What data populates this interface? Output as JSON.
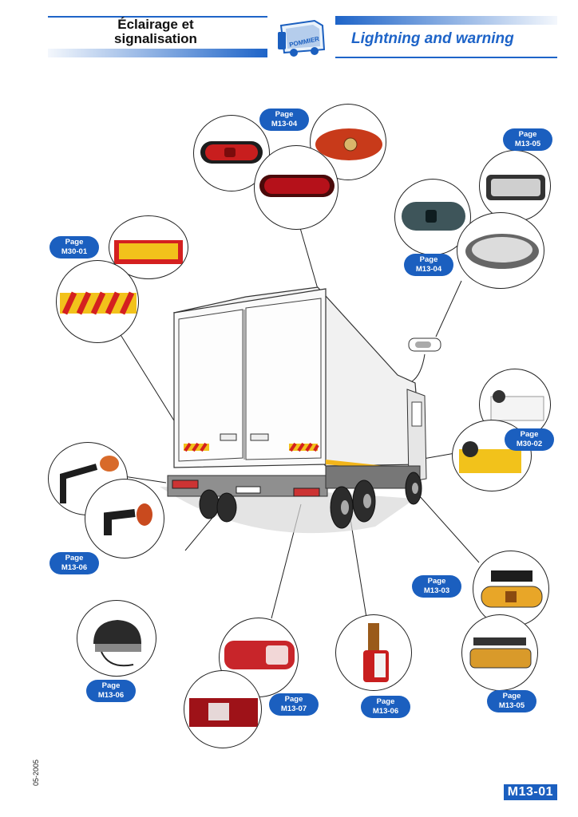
{
  "header": {
    "title_fr_line1": "Éclairage et",
    "title_fr_line2": "signalisation",
    "title_en": "Lightning and warning",
    "logo_text": "POMMIER"
  },
  "badges": [
    {
      "line1": "Page",
      "line2": "M13-04"
    },
    {
      "line1": "Page",
      "line2": "M13-05"
    },
    {
      "line1": "Page",
      "line2": "M30-01"
    },
    {
      "line1": "Page",
      "line2": "M13-04"
    },
    {
      "line1": "Page",
      "line2": "M30-02"
    },
    {
      "line1": "Page",
      "line2": "M13-06"
    },
    {
      "line1": "Page",
      "line2": "M13-03"
    },
    {
      "line1": "Page",
      "line2": "M13-06"
    },
    {
      "line1": "Page",
      "line2": "M13-07"
    },
    {
      "line1": "Page",
      "line2": "M13-06"
    },
    {
      "line1": "Page",
      "line2": "M13-05"
    }
  ],
  "footer": {
    "page_number": "M13-01",
    "date": "05-2005"
  },
  "colors": {
    "brand_blue": "#1b5fbf",
    "title_blue": "#1e64c8",
    "warning_red": "#d42020",
    "warning_yellow": "#f2c21b",
    "amber": "#e8a628"
  }
}
